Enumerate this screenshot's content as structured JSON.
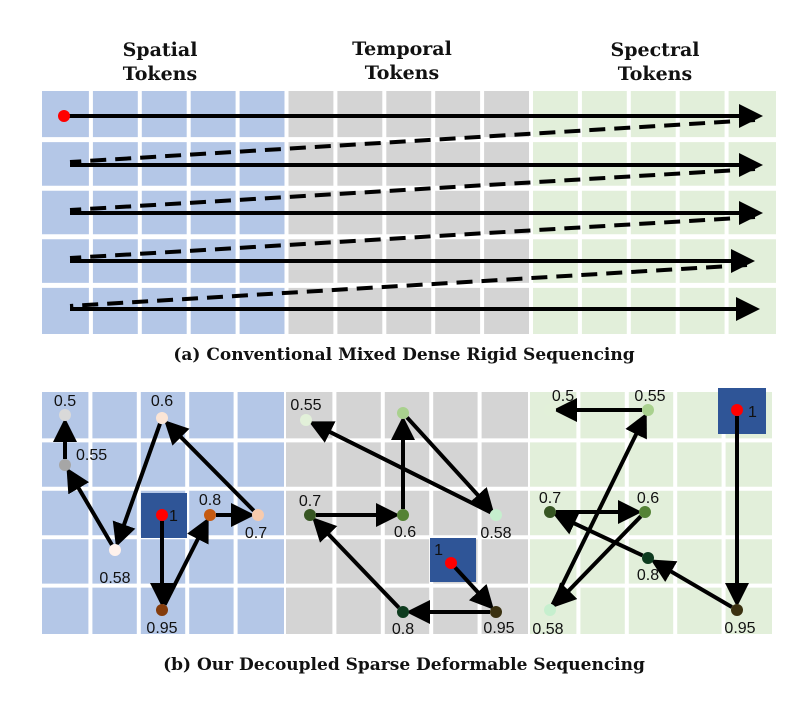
{
  "headers": {
    "spatial": "Spatial\nTokens",
    "temporal": "Temporal\nTokens",
    "spectral": "Spectral\nTokens"
  },
  "captions": {
    "a": "(a) Conventional Mixed Dense Rigid Sequencing",
    "b": "(b) Our Decoupled Sparse Deformable Sequencing"
  },
  "colors": {
    "spatial_fill": "#b4c7e7",
    "temporal_fill": "#d4d4d4",
    "spectral_fill": "#e2efda",
    "start_block": "#2f5597",
    "start_dot": "#ff0000",
    "arrow": "#000000"
  },
  "panel_b": {
    "spatial": [
      {
        "label": "1",
        "color": "#ff0000",
        "start": true
      },
      {
        "label": "0.95",
        "color": "#843c0c"
      },
      {
        "label": "0.8",
        "color": "#c55a11"
      },
      {
        "label": "0.7",
        "color": "#f8cbad"
      },
      {
        "label": "0.6",
        "color": "#fbe5d6"
      },
      {
        "label": "0.58",
        "color": "#fff2ec"
      },
      {
        "label": "0.55",
        "color": "#a6a6a6"
      },
      {
        "label": "0.5",
        "color": "#d9d9d9"
      }
    ],
    "temporal": [
      {
        "label": "1",
        "color": "#ff0000",
        "start": true
      },
      {
        "label": "0.95",
        "color": "#3a3010"
      },
      {
        "label": "0.8",
        "color": "#0d3b1e"
      },
      {
        "label": "0.7",
        "color": "#375623"
      },
      {
        "label": "0.6",
        "color": "#548235"
      },
      {
        "label": "0.58",
        "color": "#c6efce"
      },
      {
        "label": "0.55",
        "color": "#e2f0d9"
      }
    ],
    "spectral": [
      {
        "label": "1",
        "color": "#ff0000",
        "start": true
      },
      {
        "label": "0.95",
        "color": "#3a3010"
      },
      {
        "label": "0.8",
        "color": "#0d3b1e"
      },
      {
        "label": "0.7",
        "color": "#375623"
      },
      {
        "label": "0.6",
        "color": "#548235"
      },
      {
        "label": "0.58",
        "color": "#c6efce"
      },
      {
        "label": "0.55",
        "color": "#a9d18e"
      },
      {
        "label": "0.5",
        "color": "#e2f0d9"
      }
    ]
  }
}
